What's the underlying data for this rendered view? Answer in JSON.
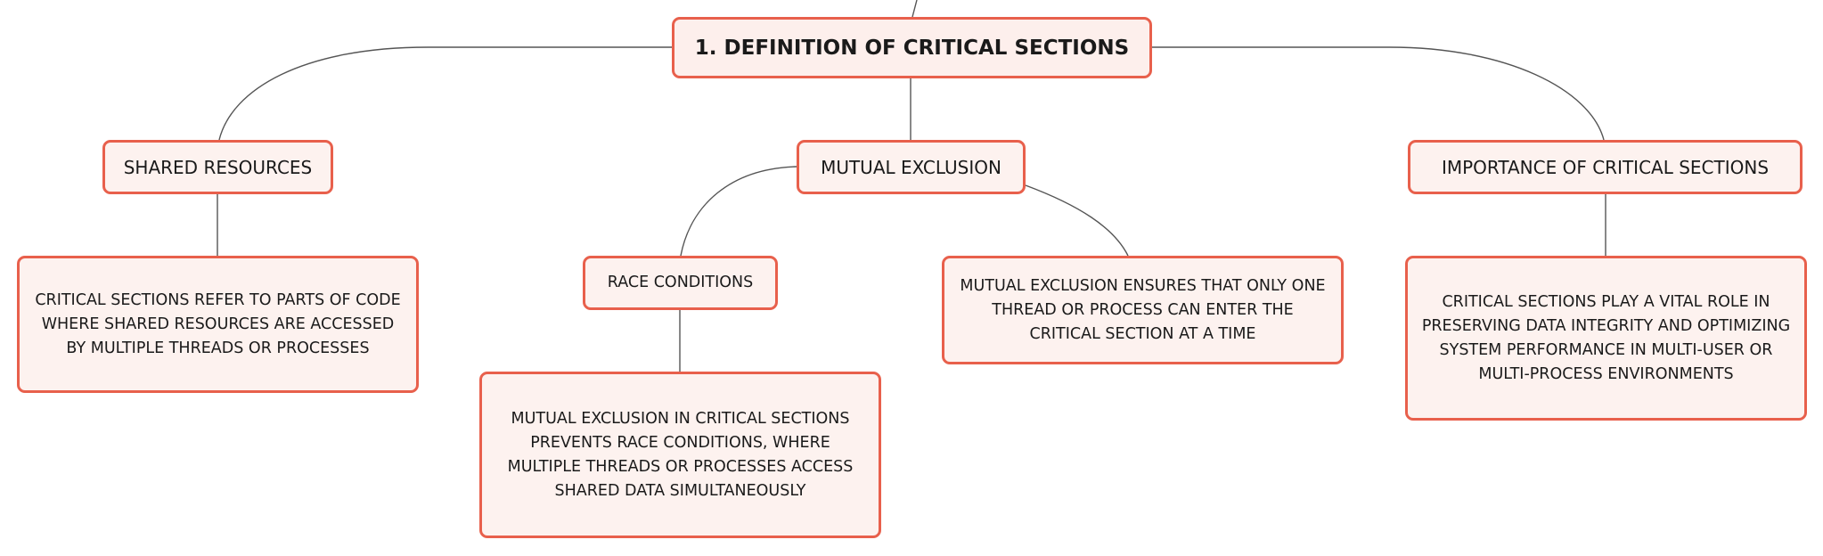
{
  "diagram": {
    "root": {
      "label": "1. DEFINITION OF CRITICAL SECTIONS"
    },
    "topics": {
      "shared_resources": {
        "label": "SHARED RESOURCES",
        "description": "CRITICAL SECTIONS REFER TO PARTS OF CODE WHERE SHARED RESOURCES ARE ACCESSED BY MULTIPLE THREADS OR PROCESSES"
      },
      "mutual_exclusion": {
        "label": "MUTUAL EXCLUSION",
        "description": "MUTUAL EXCLUSION ENSURES THAT ONLY ONE THREAD OR PROCESS CAN ENTER THE CRITICAL SECTION AT A TIME",
        "race_conditions": {
          "label": "RACE CONDITIONS",
          "description": "MUTUAL EXCLUSION IN CRITICAL SECTIONS PREVENTS RACE CONDITIONS, WHERE MULTIPLE THREADS OR PROCESSES ACCESS SHARED DATA SIMULTANEOUSLY"
        }
      },
      "importance": {
        "label": "IMPORTANCE OF CRITICAL SECTIONS",
        "description": "CRITICAL SECTIONS PLAY A VITAL ROLE IN PRESERVING DATA INTEGRITY AND OPTIMIZING SYSTEM PERFORMANCE IN MULTI-USER OR MULTI-PROCESS ENVIRONMENTS"
      }
    },
    "colors": {
      "node_border": "#e8604c",
      "node_fill": "#fdf2ef",
      "connector": "#555555",
      "text": "#1a1a1a"
    }
  }
}
